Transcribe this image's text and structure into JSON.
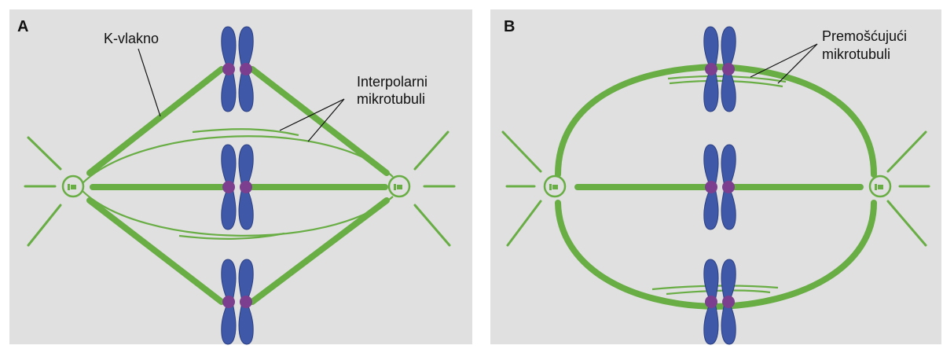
{
  "panels": [
    {
      "id": "A",
      "letter": "A",
      "labels": {
        "k_fiber": "K-vlakno",
        "interpolar_line1": "Interpolarni",
        "interpolar_line2": "mikrotubuli"
      }
    },
    {
      "id": "B",
      "letter": "B",
      "labels": {
        "bridging_line1": "Premošćujući",
        "bridging_line2": "mikrotubuli"
      }
    }
  ],
  "colors": {
    "background": "#e0e0e0",
    "microtubule": "#69ad45",
    "chromosome": "#3f58a8",
    "kinetochore": "#7c3f8f",
    "text": "#111111"
  }
}
